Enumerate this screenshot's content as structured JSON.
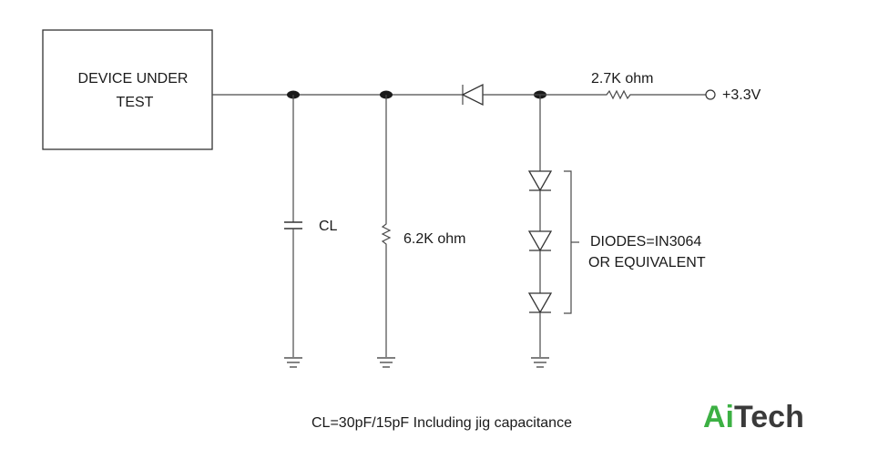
{
  "dut": {
    "line1": "DEVICE UNDER",
    "line2": "TEST"
  },
  "components": {
    "capacitor_label": "CL",
    "pulldown_resistor_label": "6.2K ohm",
    "series_resistor_label": "2.7K ohm",
    "supply_label": "+3.3V"
  },
  "diodes_note": {
    "line1": "DIODES=IN3064",
    "line2": "OR EQUIVALENT"
  },
  "caption": "CL=30pF/15pF Including jig capacitance",
  "logo": {
    "part1": "Ai",
    "part2": "Tech",
    "color1": "#3cb043",
    "color2": "#3a3a3a"
  }
}
